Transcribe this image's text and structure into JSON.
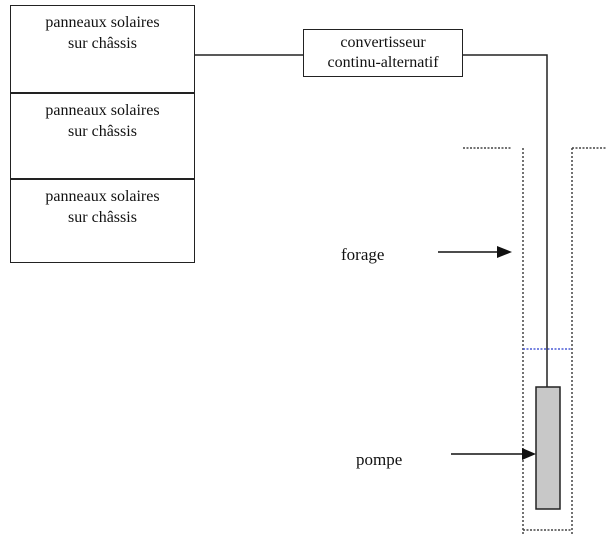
{
  "panels": [
    {
      "line1": "panneaux solaires",
      "line2": "sur châssis"
    },
    {
      "line1": "panneaux solaires",
      "line2": "sur châssis"
    },
    {
      "line1": "panneaux solaires",
      "line2": "sur châssis"
    }
  ],
  "converter": {
    "line1": "convertisseur",
    "line2": "continu-alternatif"
  },
  "labels": {
    "forage": "forage",
    "pompe": "pompe"
  },
  "colors": {
    "stroke": "#222222",
    "water_level": "#4a5bd6",
    "pump_fill": "#c8c8c8"
  }
}
